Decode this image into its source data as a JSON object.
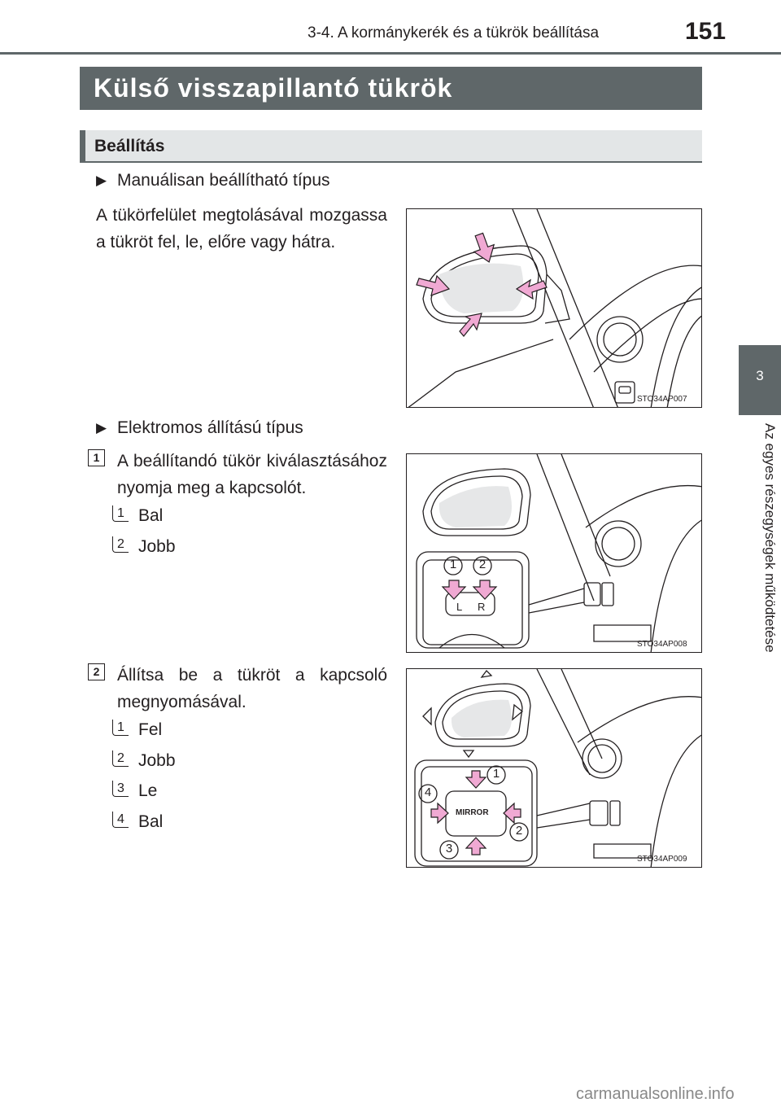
{
  "header": {
    "section": "3-4. A kormánykerék és a tükrök beállítása",
    "page_number": "151"
  },
  "side_tab": {
    "chapter": "3",
    "chapter_title": "Az egyes részegységek működtetése"
  },
  "title": "Külső visszapillantó tükrök",
  "subsection": "Beállítás",
  "manual": {
    "heading": "Manuálisan beállítható típus",
    "text": "A tükörfelület megtolásával mozgassa a tükröt fel, le, előre vagy hátra."
  },
  "electric": {
    "heading": "Elektromos állítású típus",
    "step1": {
      "num": "1",
      "text": "A beállítandó tükör kiválasztásához nyomja meg a kapcsolót.",
      "items": [
        {
          "num": "1",
          "label": "Bal"
        },
        {
          "num": "2",
          "label": "Jobb"
        }
      ]
    },
    "step2": {
      "num": "2",
      "text": "Állítsa be a tükröt a kapcsoló megnyomásával.",
      "items": [
        {
          "num": "1",
          "label": "Fel"
        },
        {
          "num": "2",
          "label": "Jobb"
        },
        {
          "num": "3",
          "label": "Le"
        },
        {
          "num": "4",
          "label": "Bal"
        }
      ]
    }
  },
  "figures": {
    "fig1_code": "STO34AP007",
    "fig2_code": "STO34AP008",
    "fig3_code": "STO34AP009",
    "fig2_callouts": [
      "1",
      "2"
    ],
    "fig2_switch": [
      "L",
      "R"
    ],
    "fig3_callouts": [
      "1",
      "2",
      "3",
      "4"
    ],
    "fig3_switch": "MIRROR"
  },
  "colors": {
    "accent_gray": "#5f6769",
    "light_gray": "#e3e6e7",
    "arrow_pink": "#f0a9d3"
  },
  "watermark": "carmanualsonline.info"
}
